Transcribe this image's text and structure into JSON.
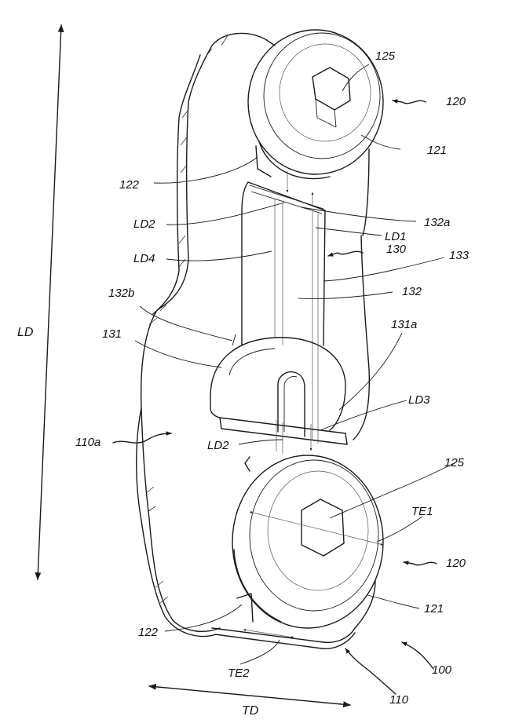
{
  "labels": {
    "ld": "LD",
    "td": "TD",
    "r125a": "125",
    "r120a": "120",
    "r121a": "121",
    "r122a": "122",
    "ld2a": "LD2",
    "r132a": "132a",
    "ld1": "LD1",
    "ld4": "LD4",
    "r130": "130",
    "r133": "133",
    "r132": "132",
    "r132b": "132b",
    "r131": "131",
    "r131a": "131a",
    "ld3": "LD3",
    "r110a": "110a",
    "ld2b": "LD2",
    "r125b": "125",
    "te1": "TE1",
    "r120b": "120",
    "r121b": "121",
    "r122b": "122",
    "te2": "TE2",
    "r110": "110",
    "r100": "100"
  }
}
